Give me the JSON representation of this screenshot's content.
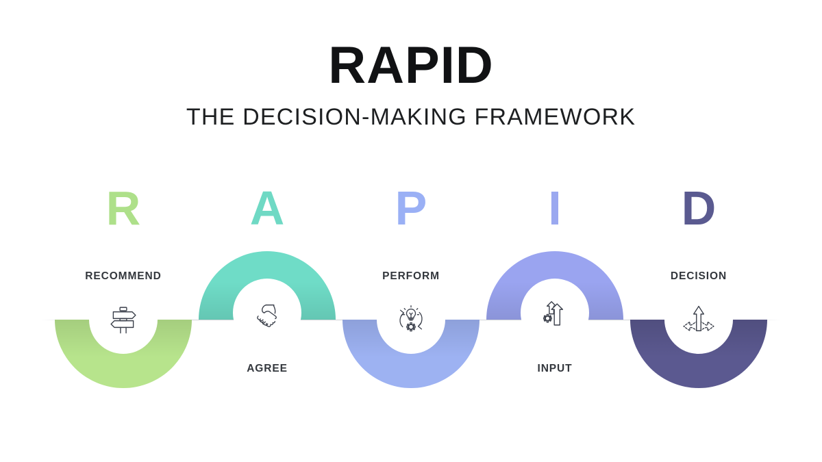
{
  "header": {
    "title": "RAPID",
    "subtitle": "THE DECISION-MAKING FRAMEWORK"
  },
  "colors": {
    "background": "#ffffff",
    "title_color": "#111214",
    "label_color": "#33373d",
    "icon_stroke": "#3a3f4a",
    "green": "#b7e48c",
    "teal": "#6fdcc7",
    "blue_light": "#9db2f2",
    "blue_violet": "#9aa4f0",
    "purple_dark": "#5b5990",
    "letter_green": "#aee08a",
    "letter_teal": "#6fd9c4",
    "letter_blue": "#9ab0f5",
    "letter_indigo": "#9aa8f0",
    "letter_purple": "#5a5a90"
  },
  "stages": [
    {
      "letter": "R",
      "label": "RECOMMEND",
      "letter_color": "#aee08a",
      "arc_color": "#b7e48c",
      "arc_direction": "down",
      "label_position": "above",
      "icon": "signpost-icon"
    },
    {
      "letter": "A",
      "label": "AGREE",
      "letter_color": "#6fd9c4",
      "arc_color": "#6fdcc7",
      "arc_direction": "up",
      "label_position": "below",
      "icon": "handshake-icon"
    },
    {
      "letter": "P",
      "label": "PERFORM",
      "letter_color": "#9ab0f5",
      "arc_color": "#9db2f2",
      "arc_direction": "down",
      "label_position": "above",
      "icon": "lightbulb-gear-cycle-icon"
    },
    {
      "letter": "I",
      "label": "INPUT",
      "letter_color": "#9aa8f0",
      "arc_color": "#9aa4f0",
      "arc_direction": "up",
      "label_position": "below",
      "icon": "arrows-up-gear-icon"
    },
    {
      "letter": "D",
      "label": "DECISION",
      "letter_color": "#5a5a90",
      "arc_color": "#5b5990",
      "arc_direction": "down",
      "label_position": "above",
      "icon": "three-way-arrows-icon"
    }
  ]
}
